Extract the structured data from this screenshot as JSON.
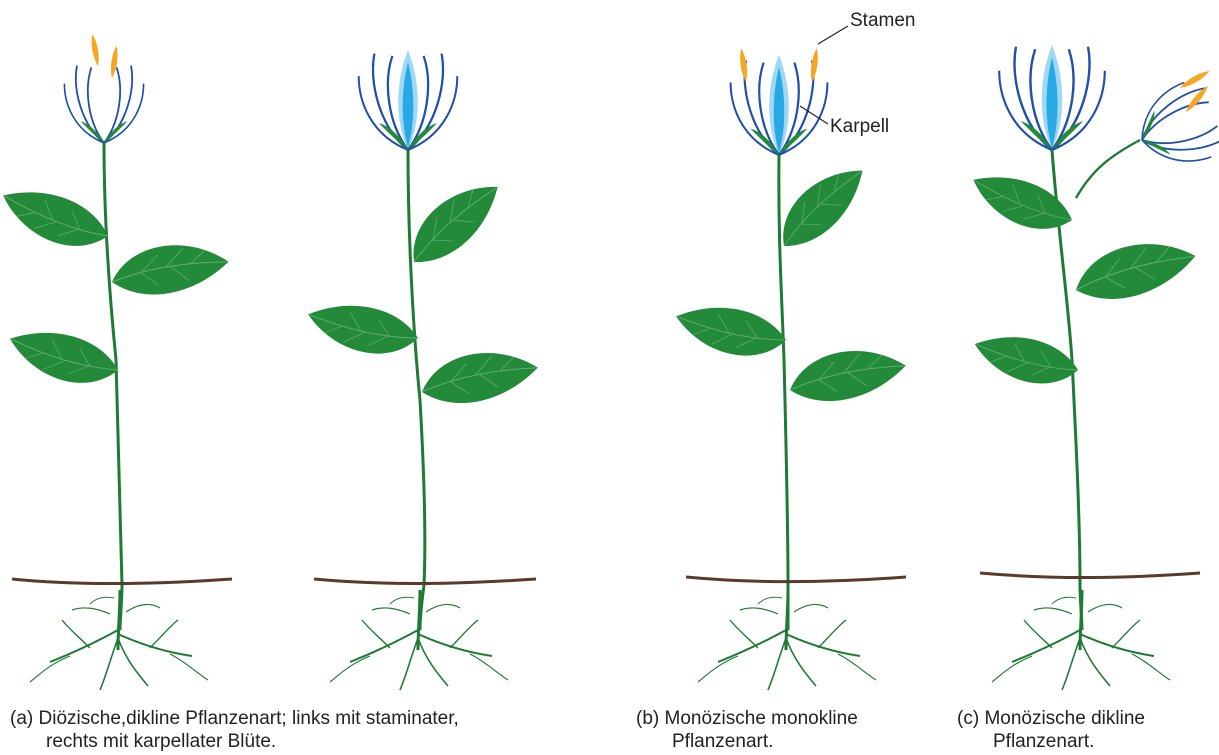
{
  "labels": {
    "stamen": "Stamen",
    "karpell": "Karpell"
  },
  "captions": {
    "a": {
      "letter": "(a)",
      "line1": "Diözische,dikline Pflanzenart; links mit staminater,",
      "line2": "rechts mit karpellater Blüte."
    },
    "b": {
      "letter": "(b)",
      "line1": "Monözische monokline",
      "line2": "Pflanzenart."
    },
    "c": {
      "letter": "(c)",
      "line1": "Monözische dikline",
      "line2": "Pflanzenart."
    }
  },
  "colors": {
    "stem": "#1f7a35",
    "leaf": "#238a3a",
    "leaf_vein": "#5fae6c",
    "petal": "#1f4fa8",
    "carpel": "#29a8e6",
    "carpel_light": "#9fd8f4",
    "stamen": "#f5a623",
    "soil": "#5a3a2a",
    "text": "#222222"
  }
}
